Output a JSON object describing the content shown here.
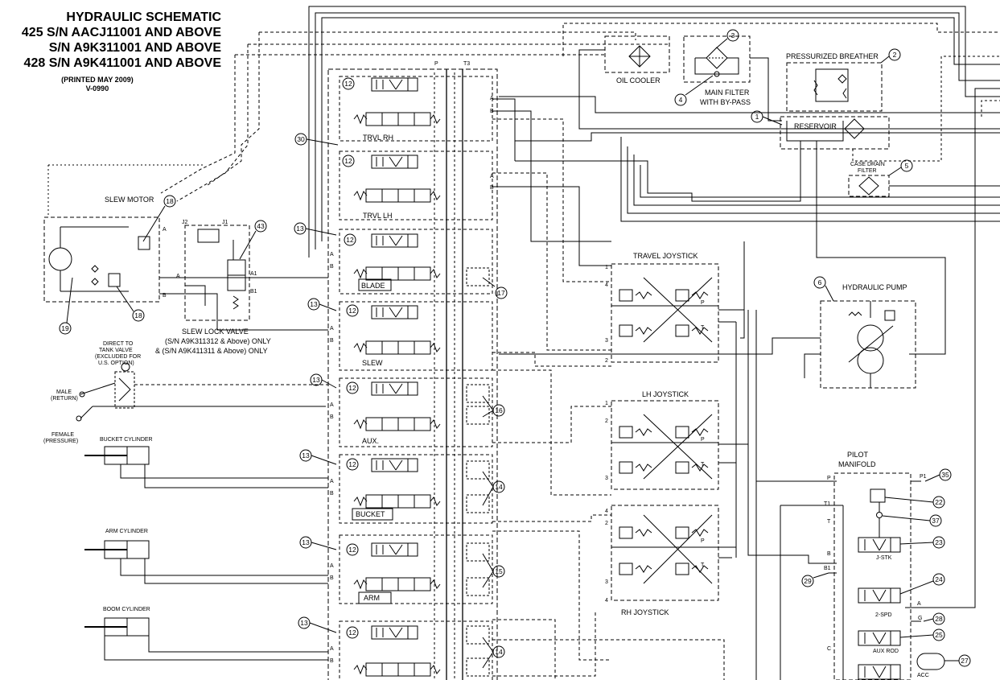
{
  "title": {
    "line1": "HYDRAULIC SCHEMATIC",
    "line2": "425 S/N AACJ11001 AND ABOVE",
    "line3": "S/N A9K311001 AND ABOVE",
    "line4": "428 S/N A9K411001 AND ABOVE",
    "printed": "(PRINTED MAY 2009)",
    "code": "V-0990"
  },
  "components": {
    "oil_cooler": "OIL COOLER",
    "main_filter": "MAIN FILTER",
    "main_filter2": "WITH BY-PASS",
    "breather": "PRESSURIZED BREATHER",
    "reservoir": "RESERVOIR",
    "case_drain": "CASE DRAIN",
    "case_drain2": "FILTER",
    "hydraulic_pump": "HYDRAULIC PUMP",
    "slew_motor": "SLEW MOTOR",
    "slew_lock": "SLEW LOCK VALVE",
    "slew_lock_note1": "(S/N A9K311312 & Above) ONLY",
    "slew_lock_note2": "& (S/N A9K411311 & Above) ONLY",
    "direct_tank1": "DIRECT TO",
    "direct_tank2": "TANK VALVE",
    "direct_tank3": "(EXCLUDED FOR",
    "direct_tank4": "U.S. OPTION)",
    "male1": "MALE",
    "male2": "(RETURN)",
    "female1": "FEMALE",
    "female2": "(PRESSURE)",
    "bucket_cyl": "BUCKET CYLINDER",
    "arm_cyl": "ARM CYLINDER",
    "boom_cyl": "BOOM CYLINDER",
    "travel_joystick": "TRAVEL JOYSTICK",
    "lh_joystick": "LH JOYSTICK",
    "rh_joystick": "RH JOYSTICK",
    "pilot1": "PILOT",
    "pilot2": "MANIFOLD",
    "trvl_rh": "TRVL RH",
    "trvl_lh": "TRVL LH",
    "blade": "BLADE",
    "slew": "SLEW",
    "aux": "AUX.",
    "bucket": "BUCKET",
    "arm": "ARM",
    "jstk": "J-STK",
    "spd2": "2-SPD",
    "auxrod": "AUX ROD",
    "acc": "ACC"
  },
  "ports": {
    "p": "P",
    "t": "T",
    "t1": "T1",
    "t3": "T3",
    "a": "A",
    "b": "B",
    "a1": "A1",
    "b1": "B1",
    "j1": "J1",
    "j2": "J2",
    "c": "C",
    "g": "G",
    "p1": "P1",
    "n1": "1",
    "n2": "2",
    "n3": "3",
    "n4": "4"
  },
  "callouts": {
    "c1": "1",
    "c2": "2",
    "c3": "3",
    "c4": "4",
    "c5": "5",
    "c6": "6",
    "c12": "12",
    "c13": "13",
    "c14": "14",
    "c15": "15",
    "c16": "16",
    "c17": "17",
    "c18": "18",
    "c19": "19",
    "c22": "22",
    "c23": "23",
    "c24": "24",
    "c25": "25",
    "c27": "27",
    "c28": "28",
    "c29": "29",
    "c30": "30",
    "c35": "35",
    "c37": "37",
    "c43": "43"
  }
}
